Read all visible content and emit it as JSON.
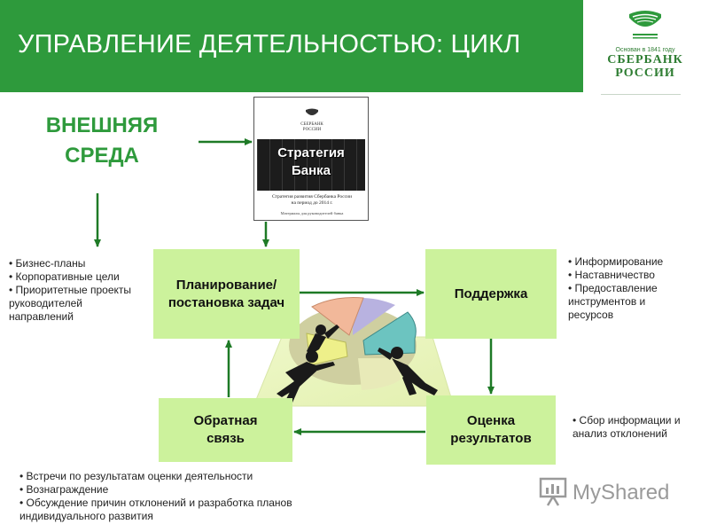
{
  "header": {
    "title": "УПРАВЛЕНИЕ ДЕЯТЕЛЬНОСТЬЮ: ЦИКЛ"
  },
  "logo": {
    "caption": "Основан в 1841 году",
    "name_line1": "СБЕРБАНК",
    "name_line2": "РОССИИ"
  },
  "external_env": {
    "line1": "ВНЕШНЯЯ",
    "line2": "СРЕДА"
  },
  "strategy_doc": {
    "logo_line1": "СБЕРБАНК",
    "logo_line2": "РОССИИ",
    "heading_line1": "Стратегия",
    "heading_line2": "Банка",
    "subtitle_line1": "Стратегия развития Сбербанка России",
    "subtitle_line2": "на период до 2014 г.",
    "note": "Материалы для руководителей банка"
  },
  "boxes": {
    "planning": {
      "line1": "Планирование/",
      "line2": "постановка задач"
    },
    "support": {
      "label": "Поддержка"
    },
    "feedback": {
      "line1": "Обратная",
      "line2": "связь"
    },
    "evaluation": {
      "line1": "Оценка",
      "line2": "результатов"
    }
  },
  "notes": {
    "planning": [
      "• Бизнес-планы",
      "• Корпоративные цели",
      "• Приоритетные проекты",
      "руководителей",
      "направлений"
    ],
    "support": [
      "• Информирование",
      "• Наставничество",
      "• Предоставление",
      "инструментов и",
      "ресурсов"
    ],
    "evaluation": [
      "• Сбор информации и",
      "анализ отклонений"
    ],
    "feedback": [
      "• Встречи по результатам оценки деятельности",
      "• Вознаграждение",
      "• Обсуждение причин отклонений и разработка планов",
      "индивидуального развития"
    ]
  },
  "watermark": {
    "text": "MyShared"
  },
  "colors": {
    "header_green": "#2e9a3c",
    "box_fill": "#ccf29c",
    "arrow": "#1e7a26",
    "text_green": "#2e9a3c"
  }
}
